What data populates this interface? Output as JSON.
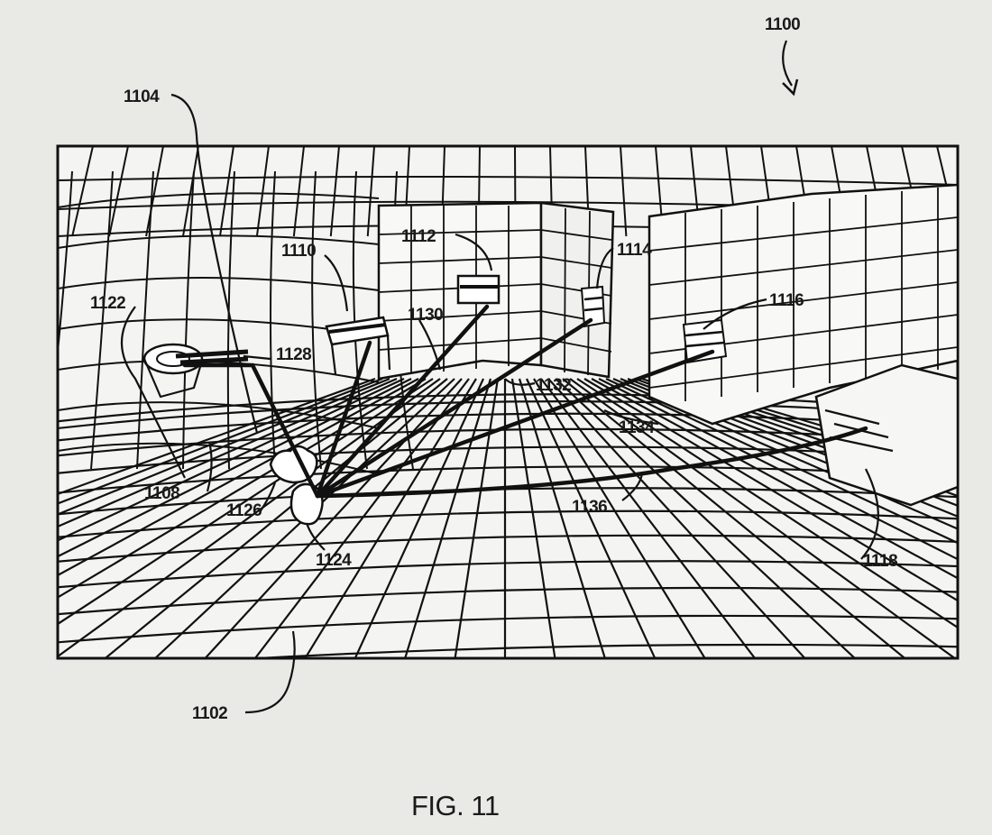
{
  "figure": {
    "caption": "FIG. 11",
    "labels": {
      "l1100": "1100",
      "l1102": "1102",
      "l1104": "1104",
      "l1108": "1108",
      "l1110": "1110",
      "l1112": "1112",
      "l1114": "1114",
      "l1116": "1116",
      "l1118": "1118",
      "l1122": "1122",
      "l1124": "1124",
      "l1126": "1126",
      "l1128": "1128",
      "l1130": "1130",
      "l1132": "1132",
      "l1134": "1134",
      "l1136": "1136"
    }
  }
}
